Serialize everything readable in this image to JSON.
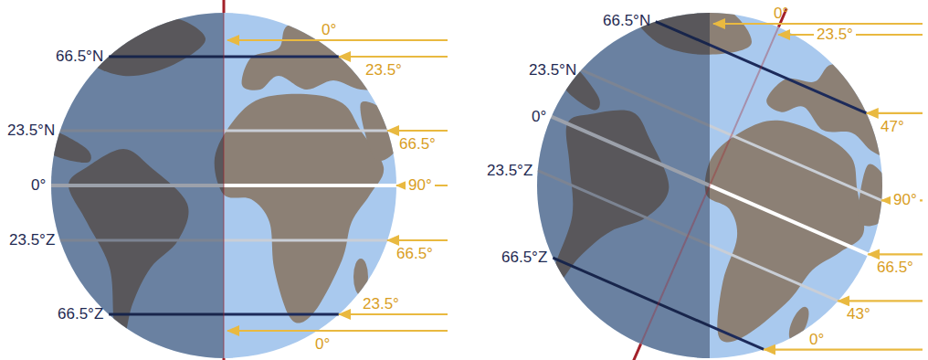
{
  "diagram": {
    "labels": [
      "66.5°N",
      "0°",
      "23.5°",
      "23.5°N",
      "66.5°",
      "0°",
      "90°",
      "23.5°Z",
      "66.5°",
      "23.5°",
      "66.5°Z",
      "0°",
      "66.5°N",
      "0°",
      "23.5°",
      "23.5°N",
      "47°",
      "0°",
      "90°",
      "23.5°Z",
      "66.5°",
      "66.5°Z",
      "43°",
      "0°"
    ]
  }
}
